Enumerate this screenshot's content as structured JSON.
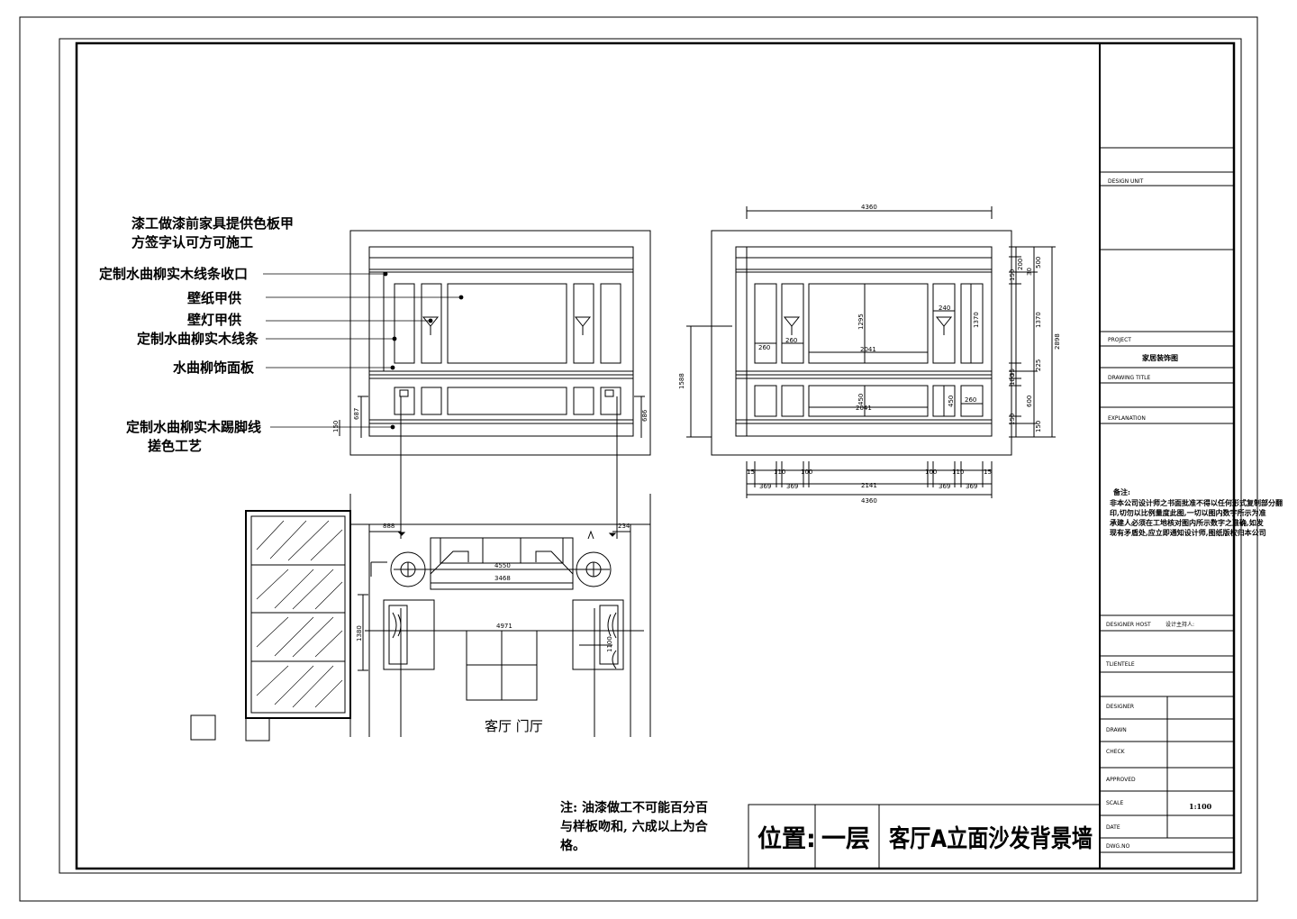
{
  "annotations": [
    "漆工做漆前家具提供色板甲",
    "方签字认可方可施工",
    "定制水曲柳实木线条收口",
    "壁纸甲供",
    "壁灯甲供",
    "定制水曲柳实木线条",
    "水曲柳饰面板",
    "定制水曲柳实木踢脚线",
    "搓色工艺"
  ],
  "elevation_right_dims": {
    "top_total": "4360",
    "bottom_total": "4360",
    "panel_width": "2041",
    "panel_width_lower": "2041",
    "panel_height": "1295",
    "small_w": "260",
    "small_w2": "260",
    "sconce": "240",
    "side_h": "1370",
    "left_total": "1588",
    "right_total": "2898",
    "r_500": "500",
    "r_200": "200",
    "r_150": "150",
    "r_30": "30",
    "r_1370": "1370",
    "r_225": "225",
    "r_180": "180",
    "r_35": "35",
    "r_600": "600",
    "r_150b": "150",
    "r_150c": "150",
    "lower_h": "450",
    "lower_h2": "450",
    "btm_15": "15",
    "btm_110a": "110",
    "btm_100a": "100",
    "btm_100b": "100",
    "btm_110b": "110",
    "btm_15b": "15",
    "btm_369a": "369",
    "btm_369b": "369",
    "btm_2141": "2141",
    "btm_369c": "369",
    "btm_369d": "369"
  },
  "elevation_left_dims": {
    "left_h": "687",
    "right_h": "686",
    "base": "150"
  },
  "plan_dims": {
    "d_888": "888",
    "d_234": "234",
    "d_4550": "4550",
    "d_3468": "3468",
    "d_4971": "4971",
    "d_1380": "1380",
    "d_1100": "1100"
  },
  "plan_label": "客厅 门厅",
  "footnote_lines": [
    "注: 油漆做工不可能百分百",
    "与样板吻和, 六成以上为合",
    "格。"
  ],
  "bottom_title": {
    "position": "位置:",
    "floor": "一层",
    "name": "客厅A立面沙发背景墙"
  },
  "title_block": {
    "design_unit": "DESIGN UNIT",
    "project": "PROJECT",
    "project_name": "家居装饰图",
    "drawing_title": "DRAWING TITLE",
    "explanation": "EXPLANATION",
    "remark_title": "备注:",
    "remark_lines": [
      "非本公司设计师之书面批准不得以任何形式复制部分翻",
      "印,切勿以比例量度此图,一切以图内数字所示为准",
      "承建人必须在工地核对图内所示数字之准确,如发",
      "现有矛盾处,应立即通知设计师,图纸版权归本公司"
    ],
    "designer_host": "DESIGNER HOST",
    "designer_host_value": "设计主持人:",
    "tlientele": "TLIENTELE",
    "designer": "DESIGNER",
    "drawn": "DRAWN",
    "check": "CHECK",
    "approved": "APPROVED",
    "scale": "SCALE",
    "scale_value": "1:100",
    "date": "DATE",
    "dwg_no": "DWG.NO"
  }
}
